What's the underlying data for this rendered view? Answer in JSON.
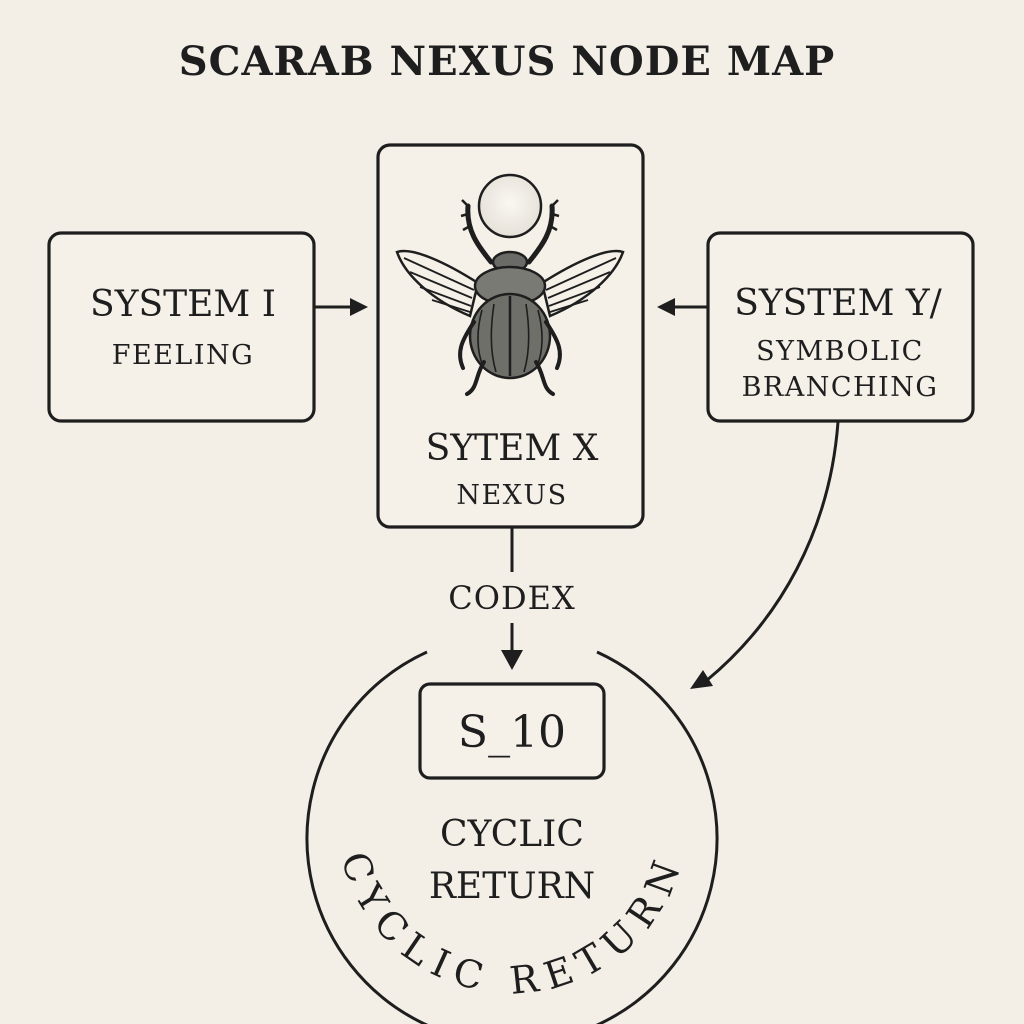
{
  "diagram": {
    "title": "SCARAB NEXUS NODE MAP",
    "nodes": {
      "system_i": {
        "title": "SYSTEM I",
        "subtitle": "FEELING"
      },
      "system_x": {
        "title": "SYTEM X",
        "subtitle": "NEXUS",
        "icon": "scarab-icon"
      },
      "system_y": {
        "title": "SYSTEM Y/",
        "subtitle_line1": "SYMBOLIC",
        "subtitle_line2": "BRANCHING"
      },
      "s10": {
        "title": "S_10",
        "label_line1": "CYCLIC",
        "label_line2": "RETURN",
        "ring_text": "CYCLIC RETURN"
      }
    },
    "edges": {
      "codex_label": "CODEX"
    }
  },
  "colors": {
    "background": "#f3efe7",
    "ink": "#1e1e1e"
  }
}
